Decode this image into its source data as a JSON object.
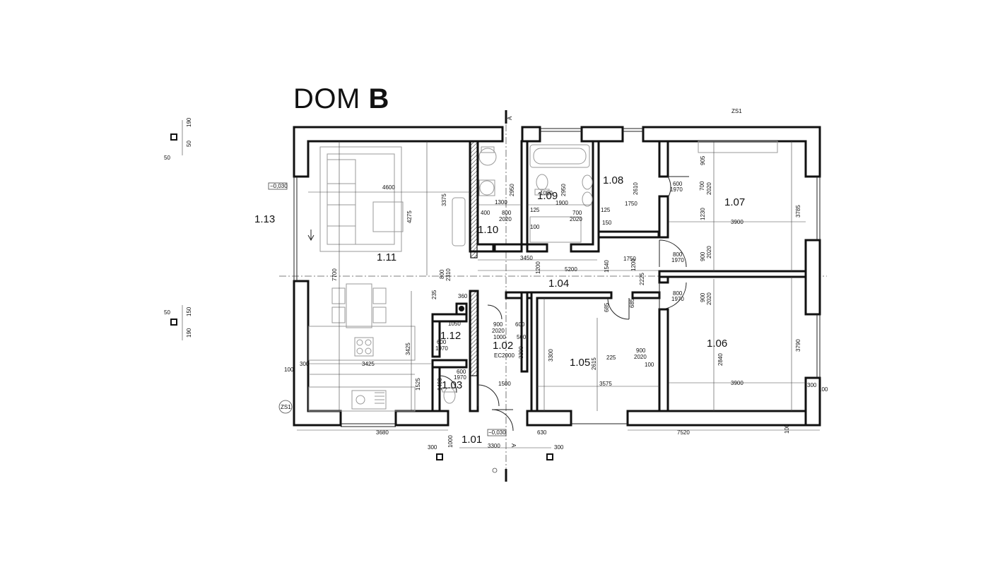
{
  "title": {
    "prefix": "DOM",
    "suffix": "B"
  },
  "rooms": {
    "r101": "1.01",
    "r102": "1.02",
    "r103": "1.03",
    "r104": "1.04",
    "r105": "1.05",
    "r106": "1.06",
    "r107": "1.07",
    "r108": "1.08",
    "r109": "1.09",
    "r110": "1.10",
    "r111": "1.11",
    "r112": "1.12",
    "r113": "1.13"
  },
  "labels": {
    "zs1_top": "ZS1",
    "zs1_circle": "ZS1",
    "level_left": "−0,030",
    "level_bottom": "−0,030",
    "section_top": "A",
    "section_bottom": "A",
    "ec": "EC2000"
  },
  "dims": {
    "d4600": "4600",
    "d3375": "3375",
    "d4275": "4275",
    "d7700": "7700",
    "d3425a": "3425",
    "d3425b": "3425",
    "d1300": "1300",
    "d2950a": "2950",
    "d2950b": "2950",
    "d1050a": "1050",
    "d1900": "1900",
    "d400": "400",
    "d800a": "800",
    "d2020a": "2020",
    "d700a": "700",
    "d2020b": "2020",
    "d125a": "125",
    "d125b": "125",
    "d100a": "100",
    "d150a": "150",
    "d2610": "2610",
    "d1750a": "1750",
    "d600a": "600",
    "d1970a": "1970",
    "d905": "905",
    "d2020c": "2020",
    "d700b": "700",
    "d1230": "1230",
    "d3900a": "3900",
    "d3785": "3785",
    "d3450": "3450",
    "d5200": "5200",
    "d1200a": "1200",
    "d1540": "1540",
    "d1750b": "1750",
    "d2225": "2225",
    "d1200b": "1200",
    "d800b": "800",
    "d1970b": "1970",
    "d800c": "800",
    "d1970c": "1970",
    "d900a": "900",
    "d2020d": "2020",
    "d900b": "900",
    "d2020e": "2020",
    "d3790": "3790",
    "d2840": "2840",
    "d3900b": "3900",
    "d3300a": "3300",
    "d2615": "2615",
    "d3575": "3575",
    "d685a": "685",
    "d685b": "685",
    "d900c": "900",
    "d2020f": "2020",
    "d225": "225",
    "d100b": "100",
    "d1050b": "1050",
    "d600b": "600",
    "d1970d": "1970",
    "d600c": "600",
    "d1970e": "1970",
    "d900d": "900",
    "d2020g": "2020",
    "d600d": "600",
    "d1000a": "1000",
    "d500": "500",
    "d3300b": "3300",
    "d1500": "1500",
    "d1525": "1525",
    "d1400": "1400",
    "d3680": "3680",
    "d3300c": "3300",
    "d630": "630",
    "d7520": "7520",
    "d1000b": "1000",
    "d300a": "300",
    "d300b": "300",
    "d300c": "300",
    "d300d": "300",
    "d100c": "100",
    "d100d": "100",
    "d100e": "100",
    "d190a": "190",
    "d50a": "50",
    "d50b": "50",
    "d50c": "50",
    "d150b": "150",
    "d190b": "190",
    "d360": "360",
    "d235": "235",
    "d800d": "800",
    "d2310": "2310"
  }
}
